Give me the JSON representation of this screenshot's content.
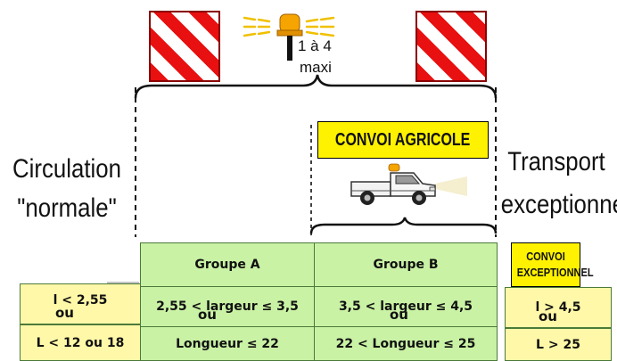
{
  "beacon": {
    "count_label": "1 à 4",
    "maxi_label": "maxi"
  },
  "left_label": {
    "line1": "Circulation",
    "line2": "\"normale\""
  },
  "right_label": {
    "line1": "Transport",
    "line2": "exceptionnel"
  },
  "convoi_agricole_sign": "CONVOI AGRICOLE",
  "convoi_exceptionnel_sign": {
    "line1": "CONVOI",
    "line2": "EXCEPTIONNEL"
  },
  "groups": {
    "a": "Groupe A",
    "b": "Groupe B"
  },
  "normal": {
    "width": "l < 2,55",
    "length": "L < 12 ou 18"
  },
  "group_a": {
    "width": "2,55 < largeur ≤ 3,5",
    "length": "Longueur ≤ 22"
  },
  "group_b": {
    "width": "3,5 < largeur ≤ 4,5",
    "length": "22 < Longueur ≤ 25"
  },
  "exceptional": {
    "width": "l > 4,5",
    "length": "L > 25"
  },
  "connector_word": "ou",
  "colors": {
    "green": "#c9f2a5",
    "yellow": "#fff8a8",
    "sign_yellow": "#fff200",
    "stripe_red": "#e81010"
  }
}
